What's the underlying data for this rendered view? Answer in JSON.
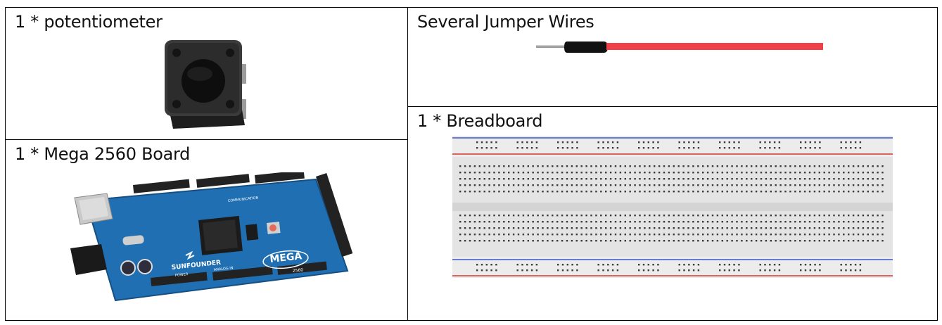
{
  "cells": {
    "potentiometer": {
      "label": "1 * potentiometer"
    },
    "jumper_wires": {
      "label": "Several Jumper Wires"
    },
    "mega_board": {
      "label": "1 * Mega 2560 Board",
      "brand_text": "SUNFOUNDER",
      "model_text": "MEGA",
      "model_sub": "2560",
      "comm_text": "COMMUNICATION",
      "power_text": "POWER",
      "analog_text": "ANALOG IN"
    },
    "breadboard": {
      "label": "1 * Breadboard"
    }
  },
  "colors": {
    "board_blue": "#1f6fb2",
    "wire_red": "#f0414a",
    "rail_red": "#d9352f",
    "rail_blue": "#3a56c9"
  }
}
